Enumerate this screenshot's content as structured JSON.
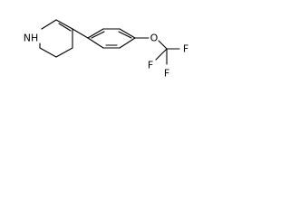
{
  "molecule": {
    "atoms": {
      "nh": "NH",
      "oxygen": "O",
      "fluorine_top_left": "F",
      "fluorine_top_right": "F",
      "fluorine_bottom": "F"
    }
  }
}
